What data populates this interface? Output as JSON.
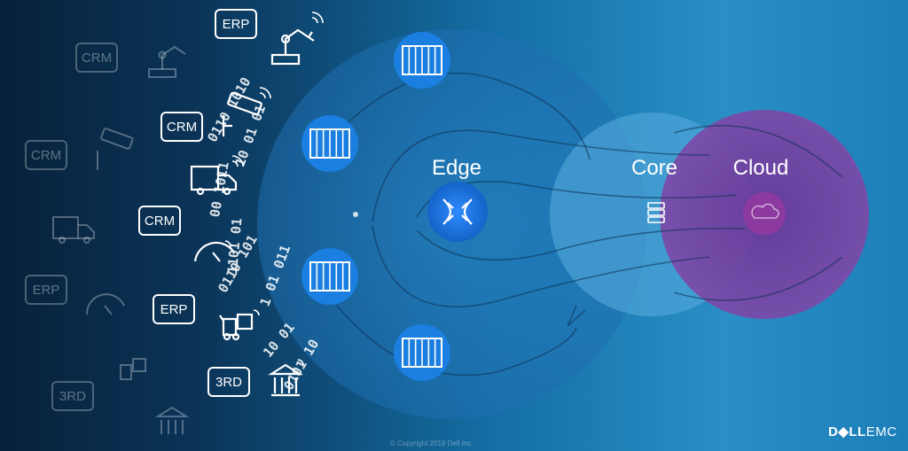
{
  "labels": {
    "edge": "Edge",
    "core": "Core",
    "cloud": "Cloud"
  },
  "sources": {
    "bright": [
      {
        "text": "ERP"
      },
      {
        "text": "CRM"
      },
      {
        "text": "CRM"
      },
      {
        "text": "ERP"
      },
      {
        "text": "3RD"
      }
    ],
    "faint": [
      {
        "text": "CRM"
      },
      {
        "text": "CRM"
      },
      {
        "text": "ERP"
      },
      {
        "text": "3RD"
      }
    ]
  },
  "binary": [
    "0110 1010",
    "10 01 01",
    "00 1011",
    "1101 01",
    "0110 101",
    "1 01 011",
    "10 01",
    "0101 10"
  ],
  "footer": {
    "copyright": "© Copyright 2019 Dell Inc."
  },
  "brand": {
    "dell": "D◆LL",
    "emc": "EMC"
  },
  "icons": {
    "edge_center": "network-spread-icon",
    "core_center": "server-stack-icon",
    "cloud_center": "cloud-icon",
    "edge_nodes": "server-rack-icon"
  },
  "colors": {
    "edge_ring": "#2f8fd0",
    "core_ring": "#5fb6e6",
    "cloud_ring": "#7a3a9e",
    "node_fill": "#1a7fe0"
  }
}
